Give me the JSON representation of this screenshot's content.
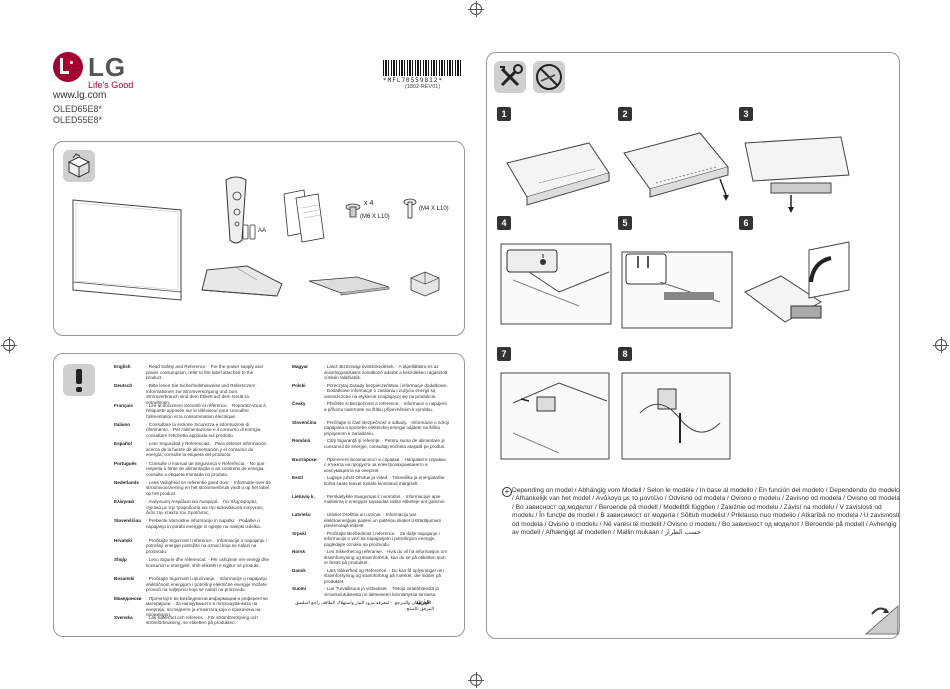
{
  "brand": {
    "name": "LG",
    "tagline": "Life's Good",
    "website": "www.lg.com"
  },
  "models": [
    "OLED65E8*",
    "OLED55E8*"
  ],
  "barcode": {
    "number": "*MFL70559812*",
    "revision": "(1802-REV01)"
  },
  "components": {
    "screws_count": "x 4",
    "screw_m6": "(M6 X L10)",
    "screw_m4": "(M4 X L10)",
    "battery": "AA"
  },
  "steps": [
    "1",
    "2",
    "3",
    "4",
    "5",
    "6",
    "7",
    "8"
  ],
  "languages_left": [
    {
      "lang": "English",
      "text": "· Read Safety and Reference. · For the power supply and power consumption, refer to the label attached to the product."
    },
    {
      "lang": "Deutsch",
      "text": "· Bitte lesen Sie Sicherheitshinweise und Referenzen! · Informationen zur Stromversorgung und zum Stromverbrauch sind dem Etikett auf dem Gerät zu entnehmen."
    },
    {
      "lang": "Français",
      "text": "· Lire le document Sécurité et référence. · Reportez-vous à l'étiquette apposée sur le téléviseur pour connaître l'alimentation et la consommation électrique."
    },
    {
      "lang": "Italiano",
      "text": "· Consultare la sezione Sicurezza e informazioni di riferimento. · Per l'alimentazione e il consumo di energia, consultare l'etichetta applicata sul prodotto."
    },
    {
      "lang": "Español",
      "text": "· Leer Seguridad y Referencias. · Para obtener información acerca de la fuente de alimentación y el consumo de energía, consulte la etiqueta del producto."
    },
    {
      "lang": "Português",
      "text": "· Consulte o manual de Segurança e Referência. · No que respeita à fonte de alimentação e ao consumo de energia, consulte a etiqueta montada no produto."
    },
    {
      "lang": "Nederlands",
      "text": "· Lees Veiligheid en referentie goed door. · Informatie over de stroomvoorziening en het stroomverbruik vindt u op het label op het product."
    },
    {
      "lang": "Ελληνικά",
      "text": "· Ανάγνωση Ασφάλεια και Αναφορά. · Για πληροφορίες σχετικά με την τροφοδοσία και την κατανάλωση ενέργειας, δείτε την ετικέτα του προϊόντος."
    },
    {
      "lang": "Slovenščina",
      "text": "· Preberite Varnostne informacije in napotki. · Podatke o napajanju in porabi energije si oglejte na nalepki izdelka."
    },
    {
      "lang": "Hrvatski",
      "text": "· Pročitajte Sigurnost i reference. · Informacije o napajanju i potrošnji energije potražite na oznaci koja se nalazi na proizvodu."
    },
    {
      "lang": "Shqip",
      "text": "· Lexo Sigurie dhe referencat. · Për ushqimin me energji dhe konsumin e energjisë, shih etiketën e ngjitur në produkt."
    },
    {
      "lang": "Bosanski",
      "text": "· Pročitajte Sigurnost i upućivanje. · Informacije o napajanju električnom energijom i potrošnji električne energije možete pronaći na naljepnici koja se nalazi na proizvodu."
    },
    {
      "lang": "Македонски",
      "text": "· Прочитајте во Безбедносни информации и референтни материјали. · За напојувањето и потрошувачката на енергија, погледнете ја етикетата која е прикачена на производот."
    },
    {
      "lang": "Svenska",
      "text": "· Läs Säkerhet och referens. · För strömförsörjning och strömförbrukning, se etiketten på produkten."
    }
  ],
  "languages_right": [
    {
      "lang": "Magyar",
      "text": "· Lásd: Biztonsági óvintézkedések. · A tápellátásra és az áramfogyasztásra vonatkozó adatok a készüléken ragasztott címkén találhatók."
    },
    {
      "lang": "Polski",
      "text": "· Przeczytaj Zasady bezpieczeństwa i informacje dodatkowe. · Dodatkowe informacje o zasilaniu i zużyciu energii są umieszczone na etykiecie znajdującej się na produkcie."
    },
    {
      "lang": "Česky",
      "text": "· Přečtěte si Bezpečnost a reference. · Informace o napájení a příkonu naleznete na štítku připevněném k výrobku."
    },
    {
      "lang": "Slovenčina",
      "text": "· Prečítajte si časť Bezpečnosť a odkazy. · Informácie o zdroji napájania a spotrebe elektrickej energie nájdete na štítku pripojenom k zariadeniu."
    },
    {
      "lang": "Română",
      "text": "· Citiţi Siguranţă şi referinţe. · Pentru sursa de alimentare şi consumul de energie, consultaţi eticheta ataşată pe produs."
    },
    {
      "lang": "Български",
      "text": "· Прочетете Безопасност и справки. · Направете справка с етикета на продукта за електрозахранването и консумацията на енергия."
    },
    {
      "lang": "Eesti",
      "text": "· Lugege juhist Ohutus ja viited. · Toiteallika ja energiatarbe kohta saate teavet tootele kinnitatud märgiselt."
    },
    {
      "lang": "Lietuvių k.",
      "text": "· Perskaitykite Saugumas ir nuorodos. · Informacijos apie maitinimą ir energijos sąnaudas rasite etiketėje ant gaminio."
    },
    {
      "lang": "Latviešu",
      "text": "· Izlasiet Drošība un uzziņai. · Informāciju par elektroenerģijas padevi un patēriņu skatiet izstrādājumam pievienotajā etiķetē."
    },
    {
      "lang": "Srpski",
      "text": "· Pročitajte Bezbednost i reference. · Za dalje napajanje i informacije o vezi sa napajanjem i potrošnjom energije, pogledajte oznaku na proizvodu."
    },
    {
      "lang": "Norsk",
      "text": "· Les Sikkerhet og referanse. · Hvis du vil ha informasjon om strømforsyning og strømforbruk, kan du se på etiketten som er festet på produktet."
    },
    {
      "lang": "Dansk",
      "text": "· Læs Sikkerhed og Reference. · Du kan få oplysninger om strømforsyning og strømforbrug på mærket, der sidder på produktet."
    },
    {
      "lang": "Suomi",
      "text": "· Lue Turvallisuus ja viittaukset. · Tietoja virtalähteestä ja virrankulutuksesta on laitteeseen kiinnitetyssä tarrassa."
    }
  ],
  "arabic_text": "· اقرأ الأمان والمرجع. · لمعرفة مزود التيار واستهلاك الطاقة، راجع الملصق المرفق بالمنتج.",
  "arabic_lang": "العربية",
  "bottom_note": "Depending on model / Abhängig vom Modell / Selon le modèle / In base al modello / En función del modelo / Dependendo do modelo / Afhankelijk van het model / Ανάλογα με το μοντέλο / Odvisno od modela / Ovisno o modelu / Zavisno od modela / Ovisno od modela / Во зависност од моделот / Beroende på modell / Modelltől függően / Zależnie od modelu / Závisí na modelu / V závislosti od modelu / În funcţie de model / В зависимост от модела / Sõltub mudelist / Priklauso nuo modelio / Atkarībā no modeļa / U zavisnosti od modela / Ovisno o modelu / Në varësi të modelit / Ovisno o modelu / Во зависност од моделот / Beroende på modell / Avhengig av modell / Afhængigt af modellen / Mallin mukaan / حسب الطراز"
}
